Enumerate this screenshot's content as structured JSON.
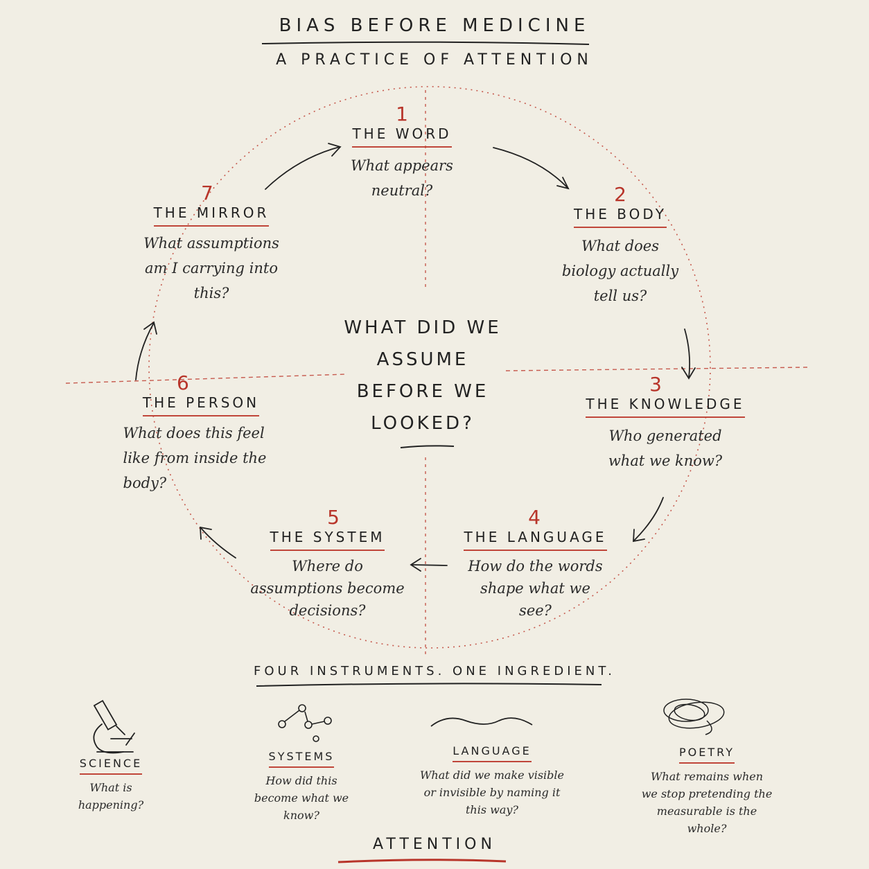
{
  "header": {
    "title": "BIAS BEFORE MEDICINE",
    "subtitle": "A PRACTICE OF ATTENTION"
  },
  "center_question": "WHAT DID WE ASSUME BEFORE WE LOOKED?",
  "nodes": [
    {
      "number": "1",
      "label": "THE WORD",
      "question": "What appears neutral?"
    },
    {
      "number": "2",
      "label": "THE BODY",
      "question": "What does biology actually tell us?"
    },
    {
      "number": "3",
      "label": "THE KNOWLEDGE",
      "question": "Who generated what we know?"
    },
    {
      "number": "4",
      "label": "THE LANGUAGE",
      "question": "How do the words shape what we see?"
    },
    {
      "number": "5",
      "label": "THE SYSTEM",
      "question": "Where do assumptions become decisions?"
    },
    {
      "number": "6",
      "label": "THE PERSON",
      "question": "What does this feel like from inside the body?"
    },
    {
      "number": "7",
      "label": "THE MIRROR",
      "question": "What assumptions am I carrying into this?"
    }
  ],
  "instruments_heading": "FOUR INSTRUMENTS. ONE INGREDIENT.",
  "instruments": [
    {
      "label": "SCIENCE",
      "question": "What is happening?",
      "icon": "microscope-icon"
    },
    {
      "label": "SYSTEMS",
      "question": "How did this become what we know?",
      "icon": "network-icon"
    },
    {
      "label": "LANGUAGE",
      "question": "What did we make visible or invisible by naming it this way?",
      "icon": "squiggle-icon"
    },
    {
      "label": "POETRY",
      "question": "What remains when we stop pretending the measurable is the whole?",
      "icon": "scribble-icon"
    }
  ],
  "ingredient": "ATTENTION",
  "colors": {
    "accent": "#b8352a",
    "ink": "#222222",
    "paper": "#f1eee4"
  }
}
